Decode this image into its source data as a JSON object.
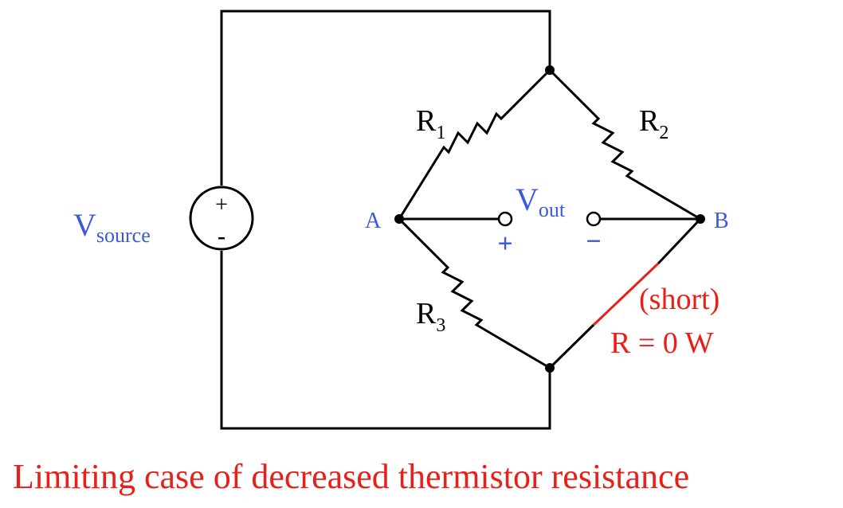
{
  "source": {
    "label_main": "V",
    "label_sub": "source",
    "plus": "+",
    "minus": "-"
  },
  "resistors": {
    "r1": {
      "main": "R",
      "sub": "1"
    },
    "r2": {
      "main": "R",
      "sub": "2"
    },
    "r3": {
      "main": "R",
      "sub": "3"
    }
  },
  "nodes": {
    "a": "A",
    "b": "B"
  },
  "vout": {
    "main": "V",
    "sub": "out",
    "plus": "+",
    "minus": "−"
  },
  "short": {
    "line1": "(short)",
    "line2": "R = 0 W"
  },
  "caption": "Limiting case of decreased thermistor resistance",
  "colors": {
    "wire": "#000000",
    "label": "#3a5bd9",
    "highlight": "#e8201a"
  }
}
